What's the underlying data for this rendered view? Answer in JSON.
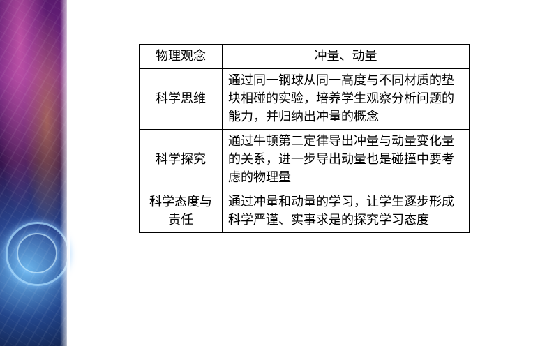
{
  "table": {
    "header": [
      "物理观念",
      "冲量、动量"
    ],
    "rows": [
      {
        "label": "科学思维",
        "content": "通过同一钢球从同一高度与不同材质的垫块相碰的实验，培养学生观察分析问题的能力，并归纳出冲量的概念"
      },
      {
        "label": "科学探究",
        "content": "通过牛顿第二定律导出冲量与动量变化量的关系，进一步导出动量也是碰撞中要考虑的物理量"
      },
      {
        "label": "科学态度与责任",
        "content": "通过冲量和动量的学习，让学生逐步形成科学严谨、实事求是的探究学习态度"
      }
    ]
  }
}
